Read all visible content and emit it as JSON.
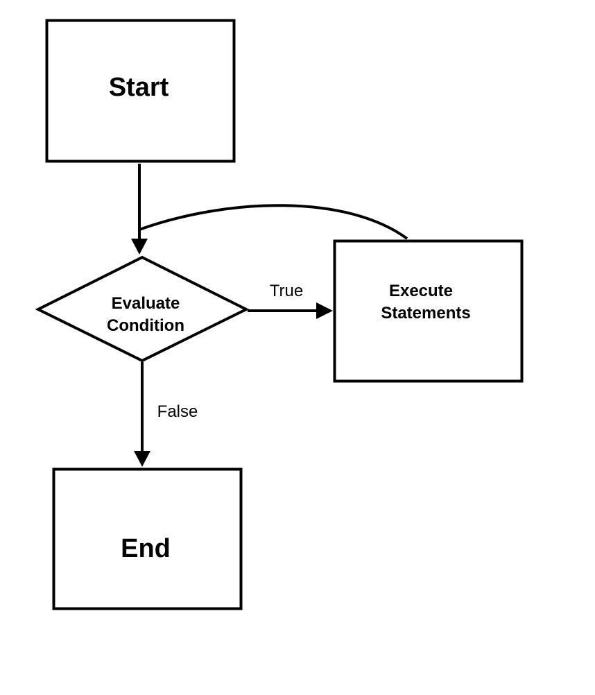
{
  "diagram": {
    "type": "flowchart",
    "nodes": {
      "start": {
        "label": "Start",
        "shape": "rectangle"
      },
      "condition": {
        "label_line1": "Evaluate",
        "label_line2": "Condition",
        "shape": "diamond"
      },
      "statements": {
        "label_line1": "Execute",
        "label_line2": "Statements",
        "shape": "rectangle"
      },
      "end": {
        "label": "End",
        "shape": "rectangle"
      }
    },
    "edges": {
      "true_label": "True",
      "false_label": "False"
    },
    "colors": {
      "stroke": "#000000",
      "background": "#ffffff"
    }
  }
}
